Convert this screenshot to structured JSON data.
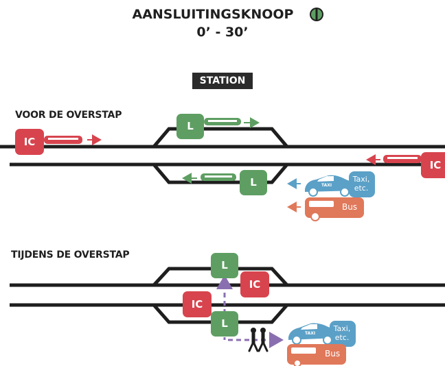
{
  "title": {
    "line1": "AANSLUITINGSKNOOP",
    "line2": "0’ - 30’"
  },
  "station_label": "STATION",
  "sections": {
    "before": "VOOR DE OVERSTAP",
    "during": "TIJDENS DE OVERSTAP"
  },
  "labels": {
    "ic": "IC",
    "l": "L",
    "taxi": "Taxi,\netc.",
    "bus": "Bus",
    "taxi_body_text": "TAXI"
  },
  "colors": {
    "ic_red": "#d7444e",
    "l_green": "#5e9e62",
    "taxi_blue": "#5ba0c7",
    "bus_orange": "#e0785a",
    "walk_purple": "#8a6fb0",
    "track": "#1e1e1e"
  },
  "icons": [
    "half-circle-symbol-icon",
    "train-icon",
    "taxi-icon",
    "bus-icon",
    "pedestrians-icon",
    "arrow-icon"
  ]
}
